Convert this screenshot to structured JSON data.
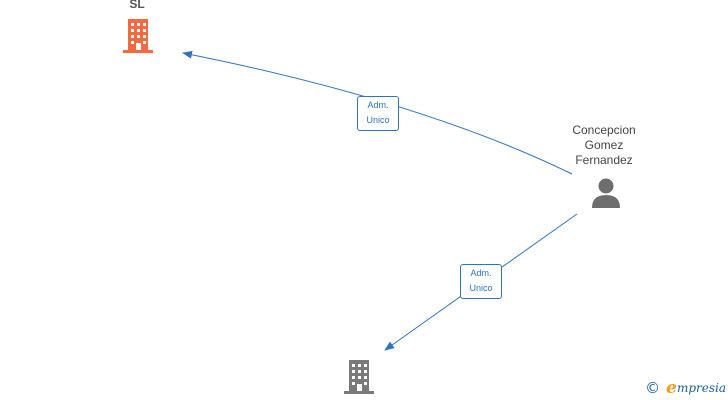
{
  "nodes": {
    "company_top": {
      "label": "SL",
      "color": "#f26a3d",
      "icon": "building-icon"
    },
    "company_bottom": {
      "label": "",
      "color": "#7a7a7a",
      "icon": "building-icon"
    },
    "person": {
      "label_lines": [
        "Concepcion",
        "Gomez",
        "Fernandez"
      ],
      "color": "#6e6e6e",
      "icon": "person-icon"
    }
  },
  "edges": [
    {
      "from": "person",
      "to": "company_top",
      "label_lines": [
        "Adm.",
        "Unico"
      ]
    },
    {
      "from": "person",
      "to": "company_bottom",
      "label_lines": [
        "Adm.",
        "Unico"
      ]
    }
  ],
  "colors": {
    "edge": "#2f74c0"
  },
  "brand": {
    "copyright": "©",
    "initial": "e",
    "rest": "mpresia"
  }
}
